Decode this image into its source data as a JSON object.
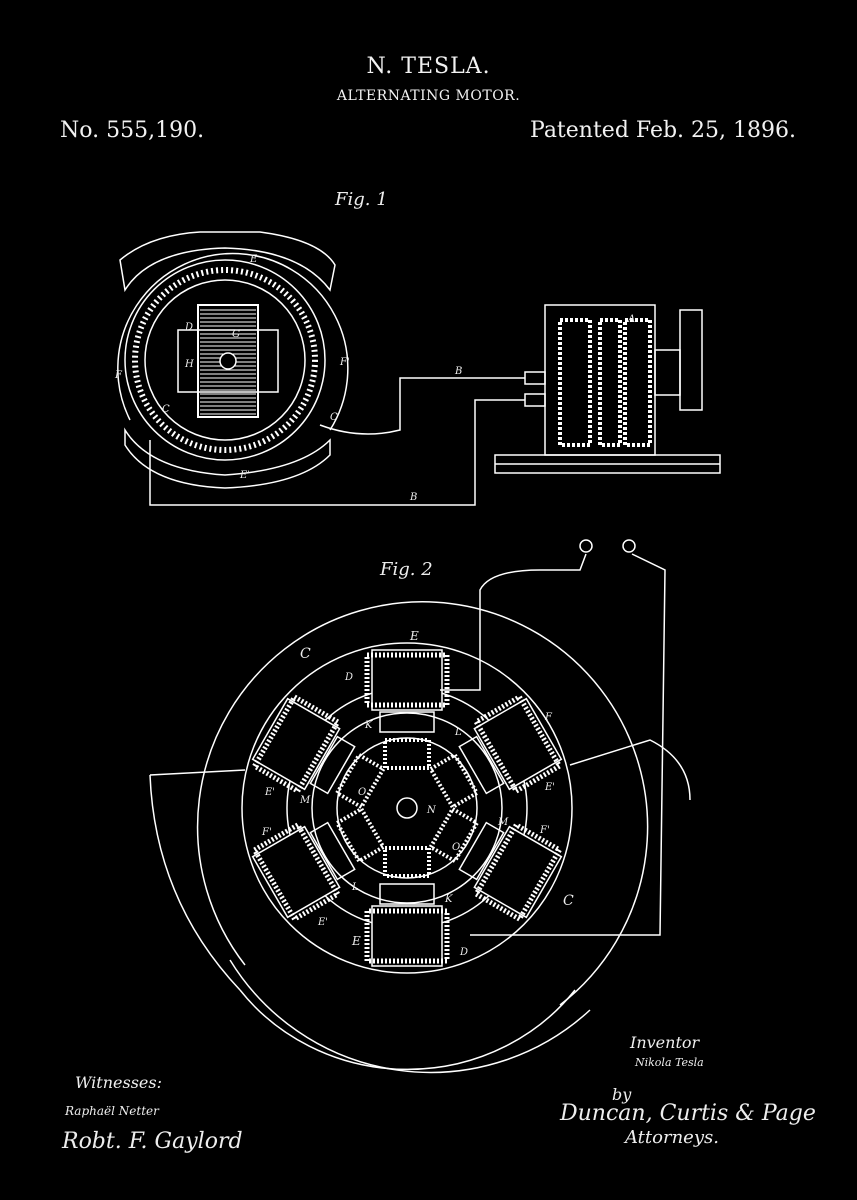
{
  "header": {
    "inventor": "N. TESLA.",
    "title": "ALTERNATING MOTOR.",
    "patent_number": "No. 555,190.",
    "patent_date": "Patented Feb. 25, 1896."
  },
  "fig1": {
    "caption": "Fig. 1",
    "labels": {
      "E_top": "E",
      "E_bottom": "E'",
      "D": "D",
      "G": "G",
      "H": "H",
      "F_left": "F",
      "F_right": "F'",
      "C_left": "C",
      "C_right": "C",
      "B_top": "B",
      "B_bottom": "B",
      "A": "A"
    }
  },
  "fig2": {
    "caption": "Fig. 2",
    "labels": {
      "C_top": "C",
      "C_right": "C",
      "E_top": "E",
      "E_bottom": "E",
      "D_top": "D",
      "D_bottom": "D",
      "K_top": "K",
      "K_bottom": "K",
      "L_top": "L",
      "L_bottom": "L",
      "F_right": "F",
      "F_left": "F'",
      "E1_left": "E'",
      "E1_right": "E'",
      "E1_lower": "E'",
      "F1_right": "F'",
      "M_left": "M",
      "M_right": "M",
      "O_left": "O",
      "O_right": "O",
      "N": "N"
    }
  },
  "signatures": {
    "inventor_label": "Inventor",
    "inventor_name": "Nikola Tesla",
    "witnesses_label": "Witnesses:",
    "witness1": "Raphaël Netter",
    "witness2": "Robt. F. Gaylord",
    "by": "by",
    "attorneys_names": "Duncan, Curtis & Page",
    "attorneys_label": "Attorneys."
  },
  "colors": {
    "background": "#000000",
    "ink": "#ffffff"
  }
}
